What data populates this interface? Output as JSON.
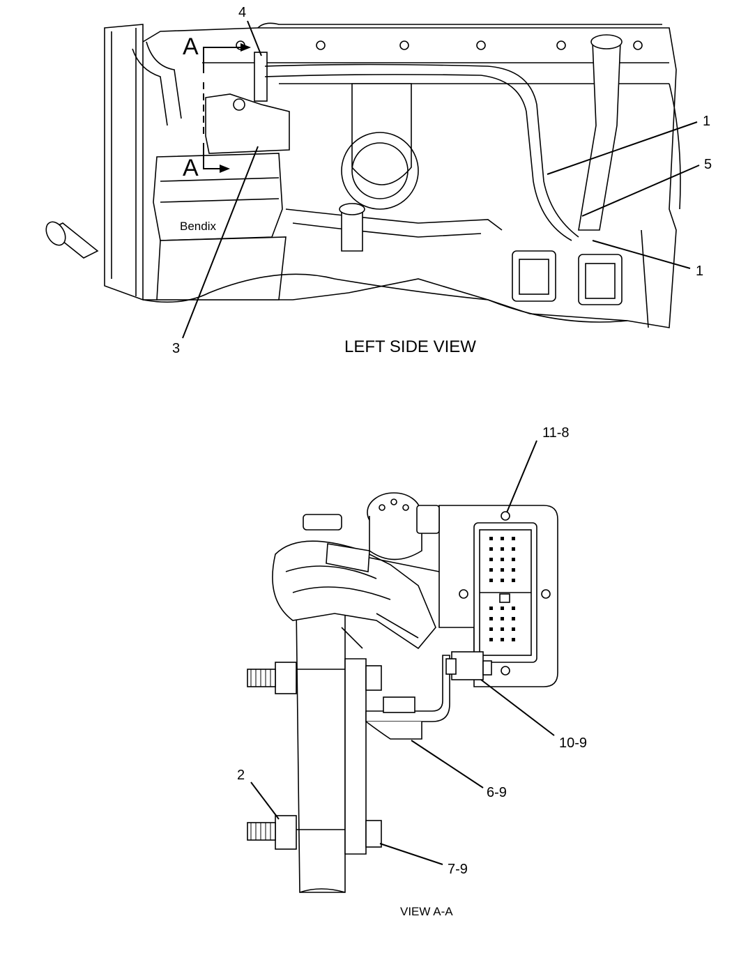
{
  "views": {
    "top": {
      "title": "LEFT SIDE VIEW",
      "section_marker": "A",
      "brand_label": "Bendix",
      "callouts": [
        "4",
        "1",
        "5",
        "1",
        "3"
      ]
    },
    "bottom": {
      "title": "VIEW A-A",
      "callouts": [
        "11-8",
        "10-9",
        "6-9",
        "2",
        "7-9"
      ]
    }
  }
}
